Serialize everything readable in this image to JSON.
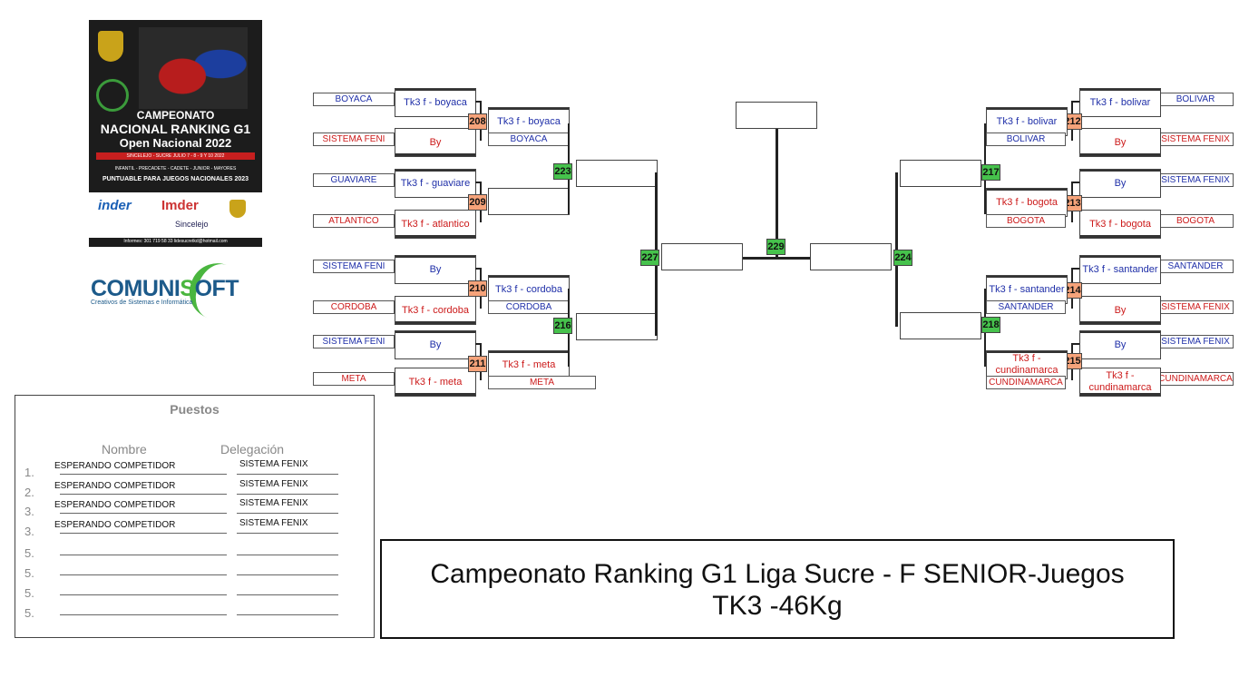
{
  "poster": {
    "title1": "CAMPEONATO",
    "title2": "NACIONAL RANKING G1",
    "title3": "Open Nacional 2022",
    "place": "SINCELEJO - SUCRE  JULIO 7 - 8 - 9 Y 10 2022",
    "cats": "INFANTIL - PRECADETE - CADETE - JUNIOR - MAYORES",
    "punt": "PUNTUABLE PARA JUEGOS NACIONALES 2023",
    "sp1": "inder",
    "sp2": "Imder",
    "sp3": "Sincelejo",
    "info": "Informes: 301 719 58 33   lidesucretkd@hotmail.com"
  },
  "logo": {
    "text_a": "COMUNI",
    "text_b": "S",
    "text_c": "OFT",
    "tagline": "Creativos de Sistemas e Informática"
  },
  "left": {
    "r1": [
      {
        "num": "208",
        "d1": "BOYACA",
        "c1": "blue",
        "n1": "Tk3 f - boyaca",
        "d2": "SISTEMA FENI",
        "c2": "red",
        "n2": "By",
        "wn": "Tk3 f - boyaca",
        "wd": "BOYACA",
        "wc": "blue"
      },
      {
        "num": "209",
        "d1": "GUAVIARE",
        "c1": "blue",
        "n1": "Tk3 f - guaviare",
        "d2": "ATLANTICO",
        "c2": "red",
        "n2": "Tk3 f - atlantico",
        "wn": "",
        "wd": "",
        "wc": "blue"
      },
      {
        "num": "210",
        "d1": "SISTEMA FENI",
        "c1": "blue",
        "n1": "By",
        "d2": "CORDOBA",
        "c2": "red",
        "n2": "Tk3 f - cordoba",
        "wn": "Tk3 f - cordoba",
        "wd": "CORDOBA",
        "wc": "blue"
      },
      {
        "num": "211",
        "d1": "SISTEMA FENI",
        "c1": "blue",
        "n1": "By",
        "d2": "META",
        "c2": "red",
        "n2": "Tk3 f - meta",
        "wn": "Tk3 f - meta",
        "wd": "META",
        "wc": "red"
      }
    ],
    "r2": [
      "223",
      "216"
    ],
    "semi": "227"
  },
  "right": {
    "r1": [
      {
        "num": "212",
        "d1": "BOLIVAR",
        "c1": "blue",
        "n1": "Tk3 f - bolivar",
        "d2": "SISTEMA FENIX",
        "c2": "red",
        "n2": "By",
        "wn": "Tk3 f - bolivar",
        "wd": "BOLIVAR",
        "wc": "blue"
      },
      {
        "num": "213",
        "d1": "SISTEMA FENIX",
        "c1": "blue",
        "n1": "By",
        "d2": "BOGOTA",
        "c2": "red",
        "n2": "Tk3 f - bogota",
        "wn": "Tk3 f - bogota",
        "wd": "BOGOTA",
        "wc": "red"
      },
      {
        "num": "214",
        "d1": "SANTANDER",
        "c1": "blue",
        "n1": "Tk3 f - santander",
        "d2": "SISTEMA FENIX",
        "c2": "red",
        "n2": "By",
        "wn": "Tk3 f - santander",
        "wd": "SANTANDER",
        "wc": "blue"
      },
      {
        "num": "215",
        "d1": "SISTEMA FENIX",
        "c1": "blue",
        "n1": "By",
        "d2": "CUNDINAMARCA",
        "c2": "red",
        "n2": "Tk3 f - cundinamarca",
        "wn": "Tk3 f - cundinamarca",
        "wd": "CUNDINAMARCA",
        "wc": "red"
      }
    ],
    "r2": [
      "217",
      "218"
    ],
    "semi": "224"
  },
  "final": "229",
  "puestos": {
    "title": "Puestos",
    "h_nombre": "Nombre",
    "h_deleg": "Delegación",
    "rows": [
      {
        "n": "1.",
        "name": "ESPERANDO COMPETIDOR",
        "deleg": "SISTEMA FENIX"
      },
      {
        "n": "2.",
        "name": "ESPERANDO COMPETIDOR",
        "deleg": "SISTEMA FENIX"
      },
      {
        "n": "3.",
        "name": "ESPERANDO COMPETIDOR",
        "deleg": "SISTEMA FENIX"
      },
      {
        "n": "3.",
        "name": "ESPERANDO COMPETIDOR",
        "deleg": "SISTEMA FENIX"
      },
      {
        "n": "5.",
        "name": "",
        "deleg": ""
      },
      {
        "n": "5.",
        "name": "",
        "deleg": ""
      },
      {
        "n": "5.",
        "name": "",
        "deleg": ""
      },
      {
        "n": "5.",
        "name": "",
        "deleg": ""
      }
    ]
  },
  "title": {
    "line1": "Campeonato Ranking G1 Liga Sucre - F SENIOR-Juegos",
    "line2": "TK3 -46Kg"
  },
  "colors": {
    "orange": "#f6a37a",
    "green": "#46c24c",
    "blue": "#1f2fa8",
    "red": "#cc1a1a"
  }
}
